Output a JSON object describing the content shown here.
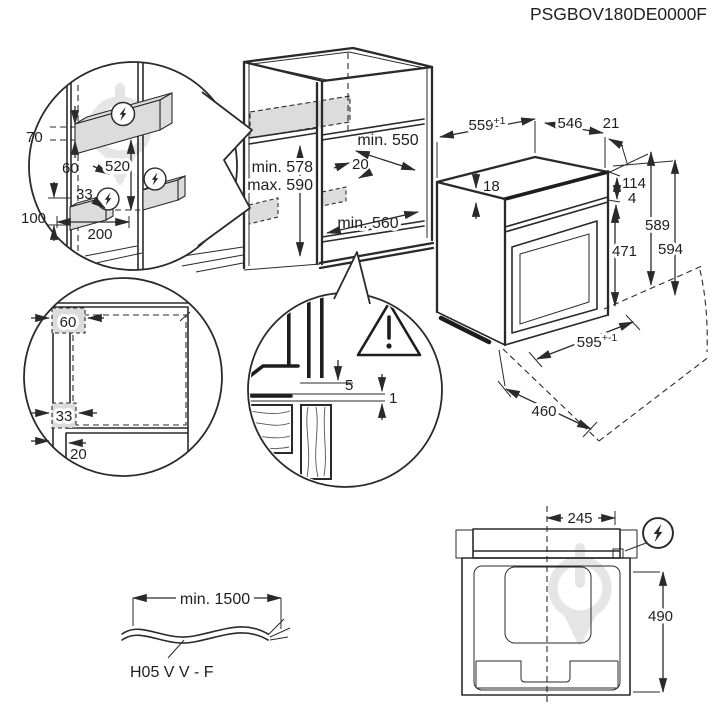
{
  "title": "PSGBOV180DE0000F",
  "colors": {
    "line": "#2a2a2a",
    "zone_fill": "#dcdcdc",
    "watermark": "#c3c3c3"
  },
  "wall_detail": {
    "top_offset": "70",
    "edge_offset": "60",
    "zone_span": "520",
    "lower_offset": "33",
    "lower_height": "100",
    "bottom_span": "200"
  },
  "cabinet": {
    "top_depth": "min. 550",
    "front_offset": "20",
    "niche_min_height": "min. 578",
    "niche_max_height": "max. 590",
    "bottom_depth": "min. 560"
  },
  "oven": {
    "niche_width": "559",
    "niche_width_tol": "+1",
    "depth": "546",
    "rear_gap": "21",
    "top_clearance": "18",
    "panel_height": "114",
    "panel_gap": "4",
    "door_height": "471",
    "rear_height": "589",
    "front_height": "594",
    "front_width": "595",
    "front_width_tol": "+-1",
    "base_depth": "460"
  },
  "corner_detail": {
    "upper_zone": "60",
    "lower_zone": "33",
    "front_gap": "20"
  },
  "gap_detail": {
    "top_gap": "5",
    "bottom_gap": "1"
  },
  "cable": {
    "min_length": "min. 1500",
    "cable_type": "H05 V V - F"
  },
  "rear_view": {
    "connection_offset": "245",
    "connection_height": "490"
  }
}
